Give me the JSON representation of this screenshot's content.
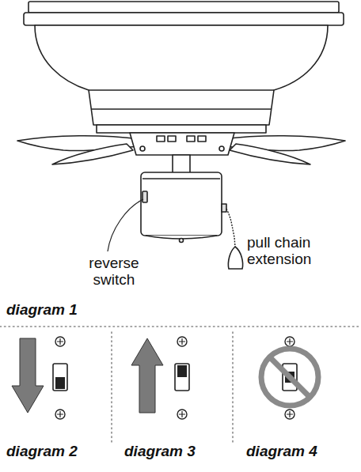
{
  "diagram": {
    "labels": [
      "reverse switch",
      "pull chain extension",
      "diagram 1",
      "diagram 2",
      "diagram 3",
      "diagram 4"
    ]
  }
}
